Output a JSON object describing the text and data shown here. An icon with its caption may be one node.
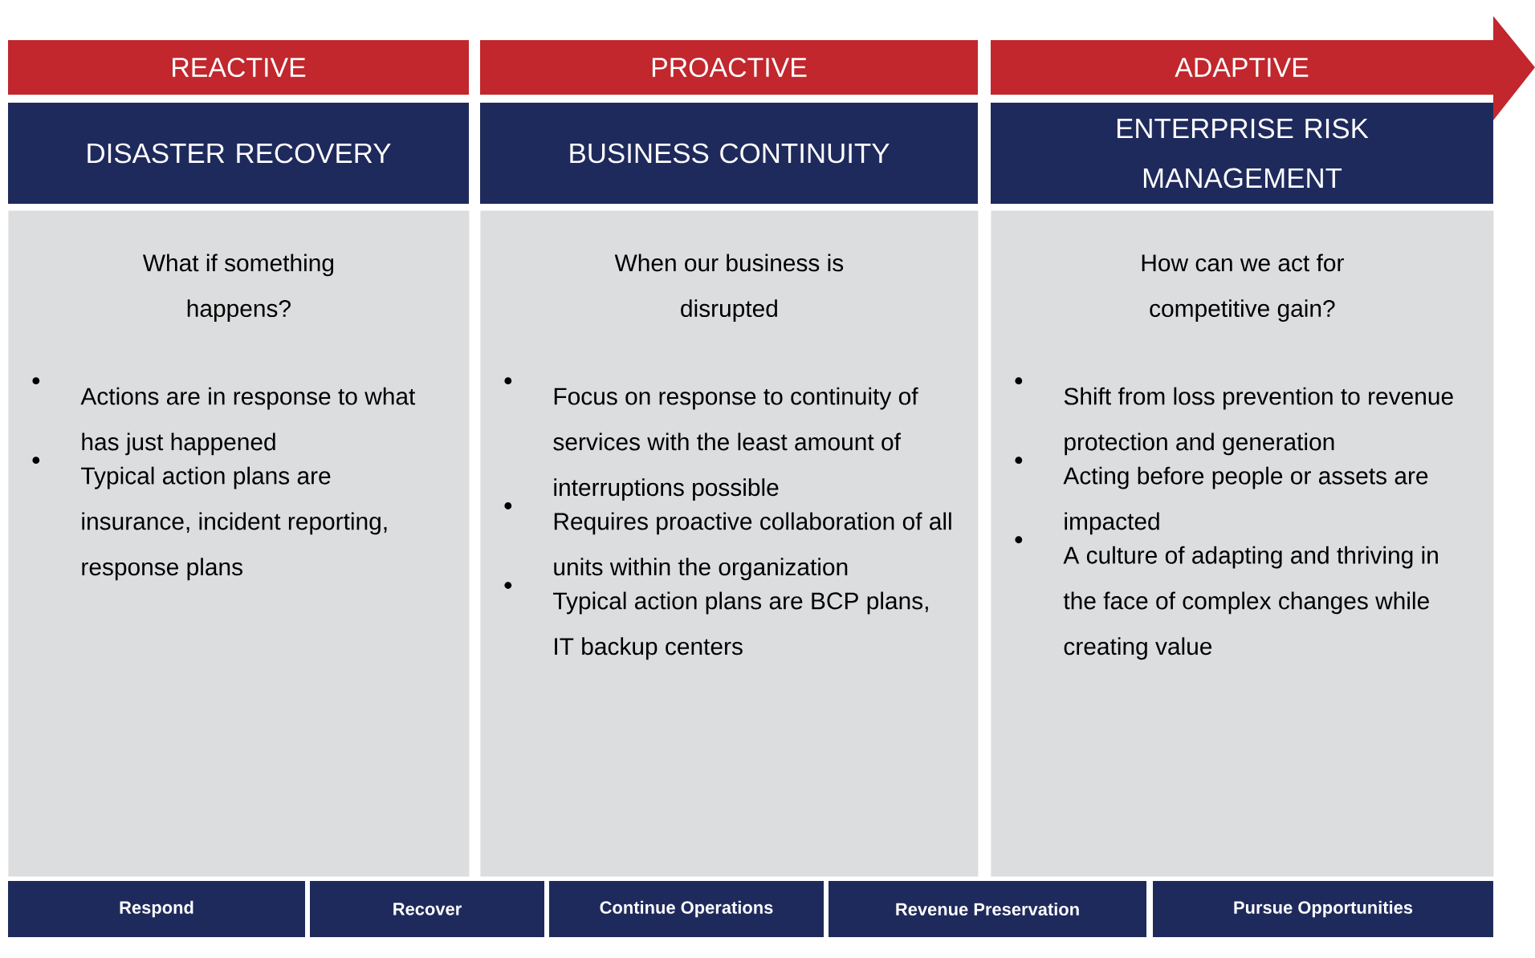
{
  "diagram": {
    "nodes": [
      {
        "text": [
          "REACTIVE"
        ]
      },
      {
        "text": [
          "PROACTIVE"
        ]
      },
      {
        "text": [
          "ADAPTIVE"
        ]
      },
      {
        "text": [
          "DISASTER RECOVERY"
        ]
      },
      {
        "text": [
          "BUSINESS CONTINUITY"
        ]
      },
      {
        "text": [
          "ENTERPRISE RISK MANAGEMENT"
        ]
      },
      {
        "text": [
          "What if something happens?",
          "Actions are in response to what has just happened",
          "Typical action plans are insurance, incident reporting, response plans"
        ]
      },
      {
        "text": [
          "When our business is disrupted",
          "Focus on response to continuity of services with the least amount of interruptions possible",
          "Requires proactive collaboration of all units within the organization",
          "Typical action plans are BCP plans, IT backup centers"
        ]
      },
      {
        "text": [
          "How can we act for competitive gain?",
          "Shift from loss prevention to revenue protection and generation",
          "Acting before people or assets are impacted",
          "A culture of adapting and thriving in the face of complex changes while creating value"
        ]
      },
      {
        "text": [
          "Respond"
        ]
      },
      {
        "text": [
          "Recover"
        ]
      },
      {
        "text": [
          "Continue Operations"
        ]
      },
      {
        "text": [
          "Revenue Preservation"
        ]
      },
      {
        "text": [
          "Pursue Opportunities"
        ]
      }
    ]
  }
}
